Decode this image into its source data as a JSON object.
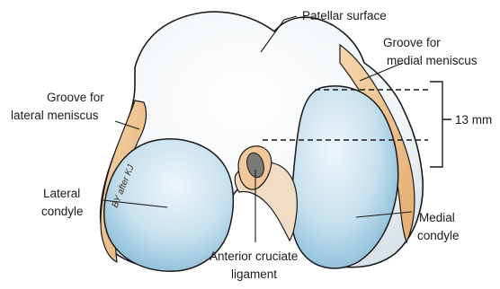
{
  "figure": {
    "labels": {
      "patellar_surface": "Patellar surface",
      "groove_medial_line1": "Groove for",
      "groove_medial_line2": "medial meniscus",
      "groove_lateral_line1": "Groove for",
      "groove_lateral_line2": "lateral meniscus",
      "measurement": "13 mm",
      "lateral_line1": "Lateral",
      "lateral_line2": "condyle",
      "medial_line1": "Medial",
      "medial_line2": "condyle",
      "acl_line1": "Anterior cruciate",
      "acl_line2": "ligament"
    },
    "artist_signature": "BY after KJ"
  },
  "colors": {
    "bone_light": "#f4f7fa",
    "cartilage_blue": "#c9e1ee",
    "cartilage_blue_dark": "#8fc2dc",
    "meniscus_groove": "#f0c89a",
    "acl": "#7a7a7a",
    "outline": "#1a1a1a"
  }
}
